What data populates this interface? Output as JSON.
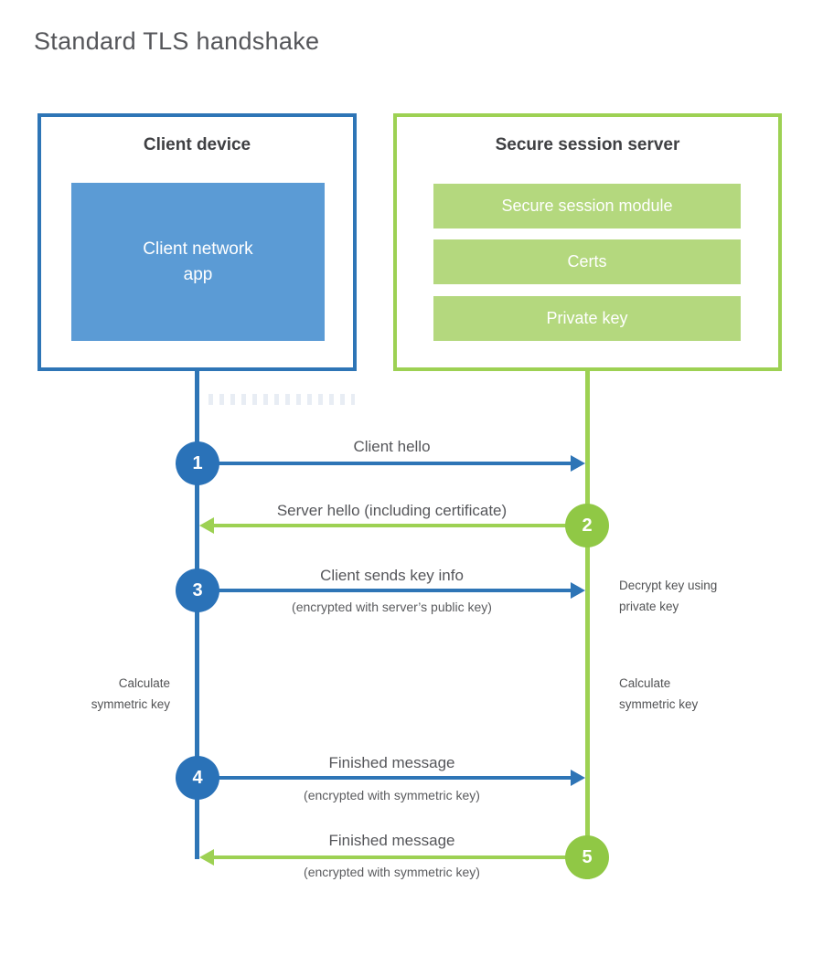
{
  "title": "Standard TLS handshake",
  "colors": {
    "blue_line": "#2e75b6",
    "blue_fill": "#5b9bd5",
    "blue_circle": "#2a72b8",
    "green_line": "#9dd153",
    "green_fill": "#b4d87e",
    "green_circle": "#90c845",
    "heading_text": "#3f4043",
    "label_text": "#55565a"
  },
  "client_box": {
    "title": "Client device",
    "app_label": "Client network\napp"
  },
  "server_box": {
    "title": "Secure session server",
    "modules": [
      "Secure session module",
      "Certs",
      "Private key"
    ]
  },
  "steps": [
    {
      "number": "1",
      "actor": "client",
      "direction": "right",
      "label": "Client hello",
      "sublabel": ""
    },
    {
      "number": "2",
      "actor": "server",
      "direction": "left",
      "label": "Server hello (including certificate)",
      "sublabel": ""
    },
    {
      "number": "3",
      "actor": "client",
      "direction": "right",
      "label": "Client sends key info",
      "sublabel": "(encrypted with server’s public key)"
    },
    {
      "number": "4",
      "actor": "client",
      "direction": "right",
      "label": "Finished message",
      "sublabel": "(encrypted with symmetric key)"
    },
    {
      "number": "5",
      "actor": "server",
      "direction": "left",
      "label": "Finished message",
      "sublabel": "(encrypted with symmetric key)"
    }
  ],
  "side_notes": [
    {
      "side": "left",
      "text": "Calculate\nsymmetric key"
    },
    {
      "side": "right",
      "text": "Decrypt key using\nprivate key"
    },
    {
      "side": "right",
      "text": "Calculate\nsymmetric key"
    }
  ]
}
